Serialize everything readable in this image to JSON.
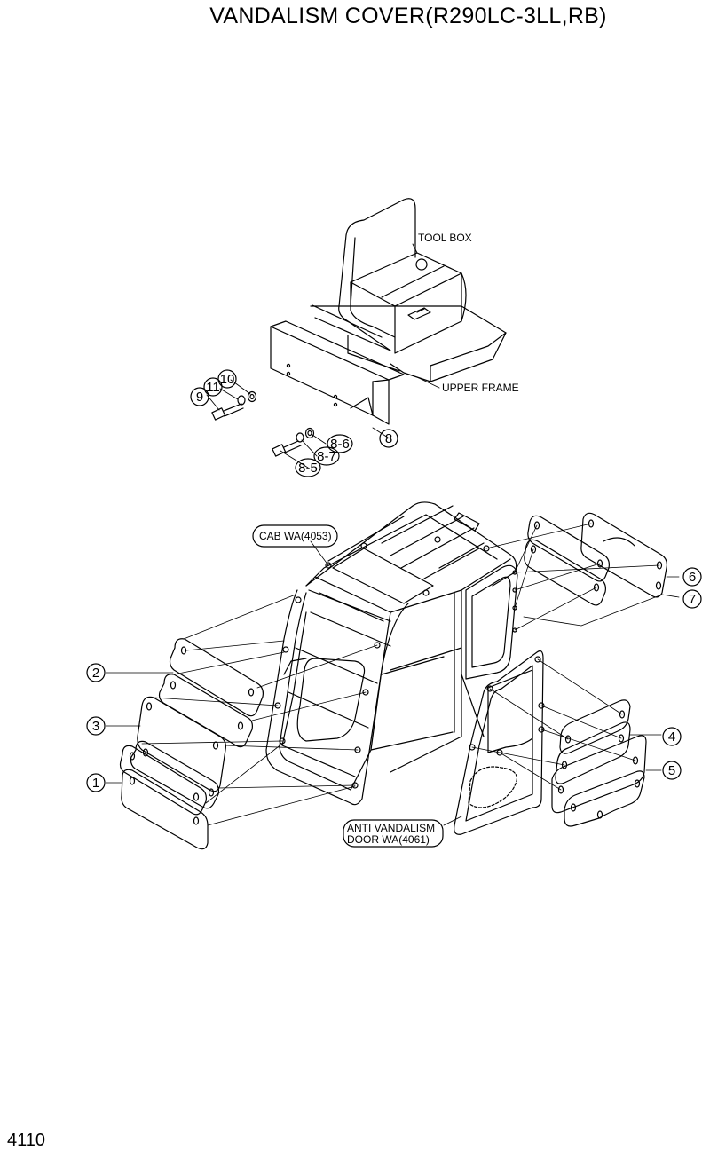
{
  "title": "VANDALISM COVER(R290LC-3LL,RB)",
  "page_number": "4110",
  "labels": {
    "tool_box": "TOOL BOX",
    "upper_frame": "UPPER FRAME",
    "cab_wa": "CAB WA(4053)",
    "anti_vandalism_line1": "ANTI VANDALISM",
    "anti_vandalism_line2": "DOOR WA(4061)"
  },
  "callouts": {
    "c1": "1",
    "c2": "2",
    "c3": "3",
    "c4": "4",
    "c5": "5",
    "c6": "6",
    "c7": "7",
    "c8": "8",
    "c9": "9",
    "c10": "10",
    "c11": "11",
    "c8_5": "8-5",
    "c8_6": "8-6",
    "c8_7": "8-7"
  }
}
